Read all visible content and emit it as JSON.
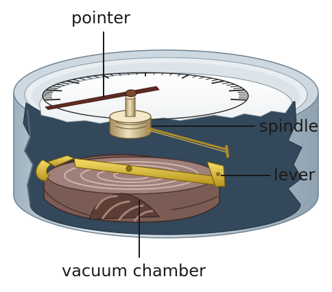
{
  "labels": {
    "pointer": "pointer",
    "spindle": "spindle",
    "lever": "lever",
    "vacuum_chamber": "vacuum chamber"
  }
}
